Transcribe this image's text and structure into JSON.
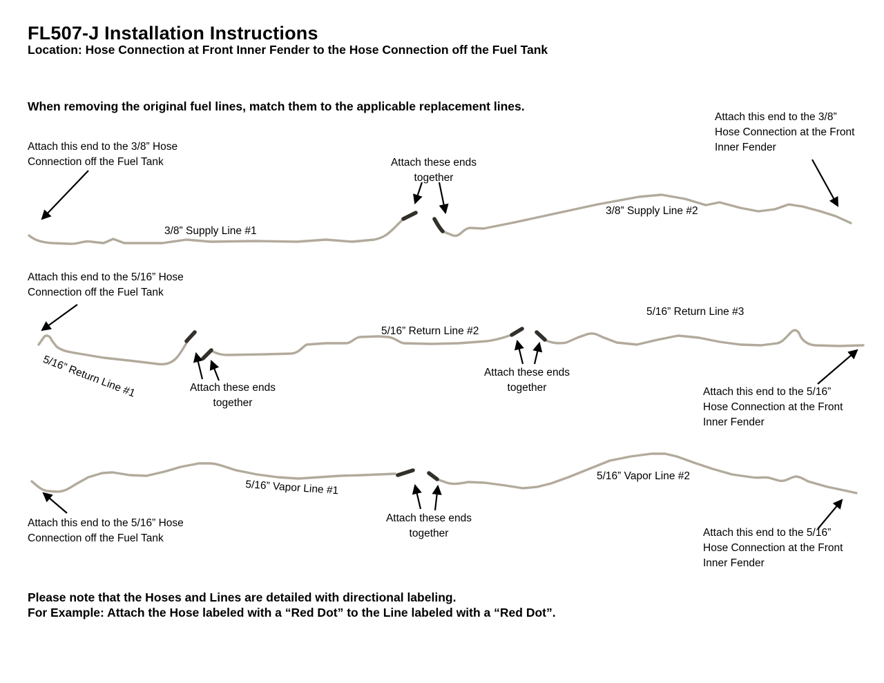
{
  "page": {
    "title": "FL507-J Installation Instructions",
    "location": "Location: Hose Connection at Front Inner Fender to the Hose Connection off the Fuel Tank",
    "note": "When removing the original fuel lines, match them to the applicable replacement lines.",
    "footer_line1": "Please note that the Hoses and Lines are detailed with directional labeling.",
    "footer_line2": "For Example: Attach the Hose labeled with a “Red Dot” to the Line labeled with a “Red Dot”."
  },
  "labels": {
    "supply1": "3/8” Supply Line #1",
    "supply2": "3/8” Supply Line #2",
    "return1": "5/16” Return Line #1",
    "return2": "5/16” Return Line #2",
    "return3": "5/16” Return Line #3",
    "vapor1": "5/16” Vapor Line #1",
    "vapor2": "5/16” Vapor Line #2"
  },
  "annotations": {
    "supply_tank": {
      "line1": "Attach this end to the 3/8” Hose",
      "line2": "Connection off the Fuel Tank"
    },
    "supply_fender": {
      "line1": "Attach this end to the 3/8”",
      "line2": "Hose Connection at the Front",
      "line3": "Inner Fender"
    },
    "supply_join": {
      "line1": "Attach these ends",
      "line2": "together"
    },
    "return_tank": {
      "line1": "Attach this end to the 5/16” Hose",
      "line2": "Connection off the Fuel Tank"
    },
    "return_join1": {
      "line1": "Attach these ends",
      "line2": "together"
    },
    "return_join2": {
      "line1": "Attach these ends",
      "line2": "together"
    },
    "return_fender": {
      "line1": "Attach this end to the 5/16”",
      "line2": "Hose Connection at the Front",
      "line3": "Inner Fender"
    },
    "vapor_tank": {
      "line1": "Attach this end to the 5/16” Hose",
      "line2": "Connection off the Fuel Tank"
    },
    "vapor_join": {
      "line1": "Attach these ends",
      "line2": "together"
    },
    "vapor_fender": {
      "line1": "Attach this end to the 5/16”",
      "line2": "Hose Connection at the Front",
      "line3": "Inner Fender"
    }
  },
  "colors": {
    "line": "#b2aa9c",
    "fitting": "#33302c",
    "arrow": "#000000",
    "background": "#ffffff"
  }
}
